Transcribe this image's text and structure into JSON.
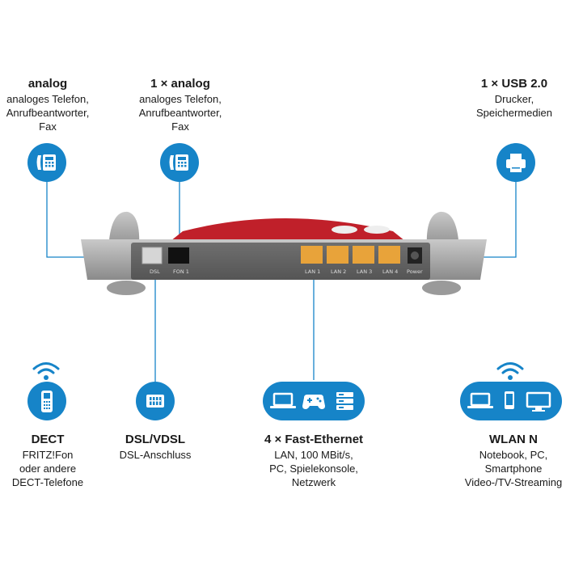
{
  "callouts": {
    "analog": {
      "title": "analog",
      "lines": [
        "analoges Telefon,",
        "Anrufbeantworter,",
        "Fax"
      ]
    },
    "fon1": {
      "title": "1 × analog",
      "lines": [
        "analoges Telefon,",
        "Anrufbeantworter,",
        "Fax"
      ]
    },
    "usb": {
      "title": "1 × USB 2.0",
      "lines": [
        "Drucker,",
        "Speichermedien"
      ]
    },
    "dect": {
      "title": "DECT",
      "lines": [
        "FRITZ!Fon",
        "oder andere",
        "DECT-Telefone"
      ]
    },
    "dsl": {
      "title": "DSL/VDSL",
      "lines": [
        "DSL-Anschluss"
      ]
    },
    "ethernet": {
      "title": "4 × Fast-Ethernet",
      "lines": [
        "LAN, 100 MBit/s,",
        "PC, Spielekonsole,",
        "Netzwerk"
      ]
    },
    "wlan": {
      "title": "WLAN N",
      "lines": [
        "Notebook, PC,",
        "Smartphone",
        "Video-/TV-Streaming"
      ]
    }
  },
  "ports": {
    "dsl": "DSL",
    "fon1": "FON 1",
    "lan1": "LAN 1",
    "lan2": "LAN 2",
    "lan3": "LAN 3",
    "lan4": "LAN 4",
    "power": "Power"
  },
  "icons": {
    "phone": "desk-phone-icon",
    "printer": "printer-icon",
    "dect": "dect-handset-icon",
    "dsl": "dsl-port-icon",
    "ethernet": "laptop-gamepad-server-icons",
    "wlan": "laptop-phone-monitor-icons",
    "wifi": "wifi-icon"
  },
  "colors": {
    "accent": "#1684c8",
    "router_body": "#9d9d9d",
    "router_red": "#c0202a",
    "lan_port": "#e8a33a"
  }
}
